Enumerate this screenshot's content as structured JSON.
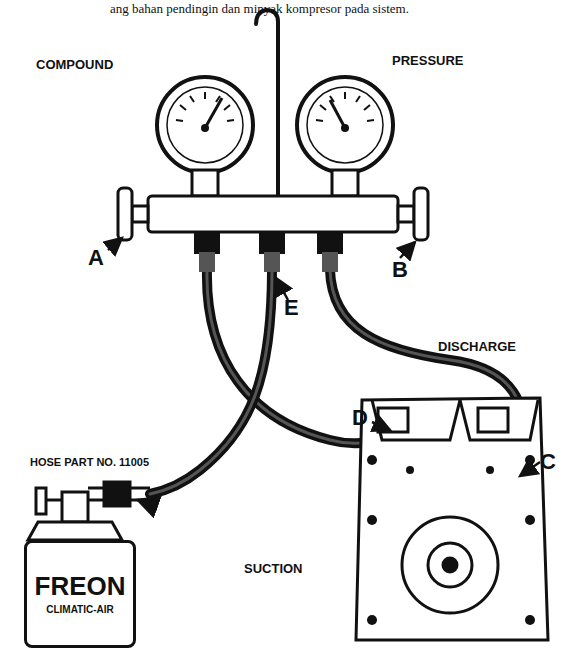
{
  "diagram": {
    "nodes": [
      {
        "text": [
          "FREON",
          "CLIMATIC-AIR"
        ]
      }
    ],
    "labels": [
      "ang bahan pendingin dan minyak kompresor pada sistem.",
      "COMPOUND",
      "PRESSURE",
      "A",
      "B",
      "E",
      "DISCHARGE",
      "D",
      "C",
      "HOSE PART NO. 11005",
      "SUCTION"
    ]
  }
}
